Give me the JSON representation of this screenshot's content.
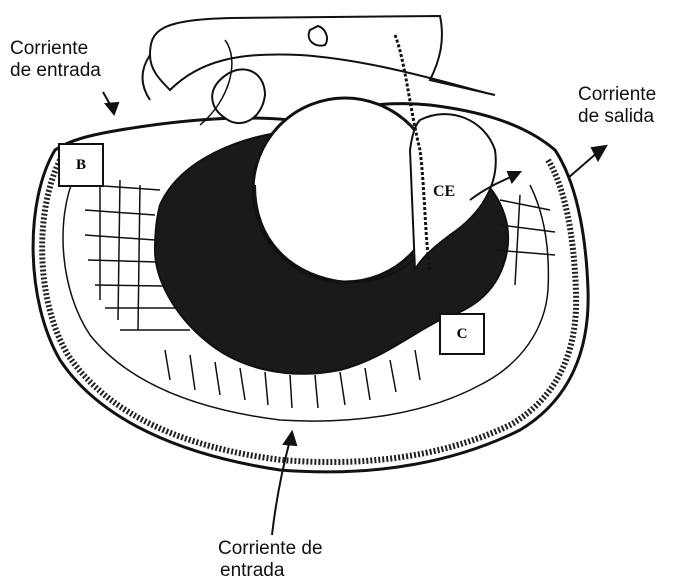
{
  "labels": {
    "inflow_left_line1": "Corriente",
    "inflow_left_line2": "de entrada",
    "outflow_line1": "Corriente",
    "outflow_line2": "de salida",
    "inflow_bottom_line1": "Corriente de",
    "inflow_bottom_line2": "entrada",
    "box_b": "B",
    "box_c": "C",
    "ce": "CE"
  },
  "colors": {
    "ink": "#111111",
    "background": "#ffffff",
    "gill_mass": "#1a1a1a"
  }
}
